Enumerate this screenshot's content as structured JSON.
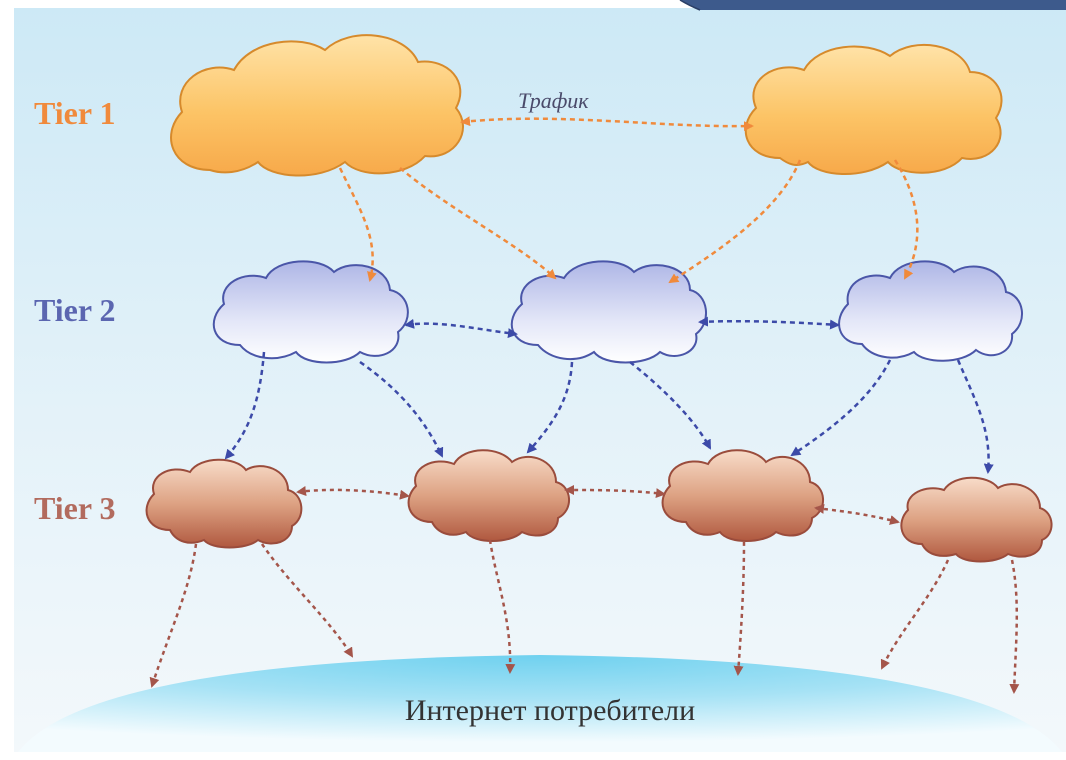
{
  "tiers": [
    {
      "id": "tier1",
      "label": "Tier 1"
    },
    {
      "id": "tier2",
      "label": "Tier 2"
    },
    {
      "id": "tier3",
      "label": "Tier 3"
    }
  ],
  "traffic_label": "Трафик",
  "consumers_label": "Интернет потребители",
  "colors": {
    "tier1": "#f08a3c",
    "tier2": "#5b66b0",
    "tier3": "#a4554a",
    "tier1_cloud_top": "#ffe3a8",
    "tier1_cloud_bottom": "#f7a94a",
    "tier2_cloud_top": "#aeb6e6",
    "tier2_cloud_bottom": "#ffffff",
    "tier3_cloud_top": "#f8dcc9",
    "tier3_cloud_bottom": "#b0583f",
    "background_top": "#cde9f6",
    "background_bottom": "#f3f8fb",
    "earth": "#6fd1ef",
    "slide_accent": "#3d5a8c"
  }
}
